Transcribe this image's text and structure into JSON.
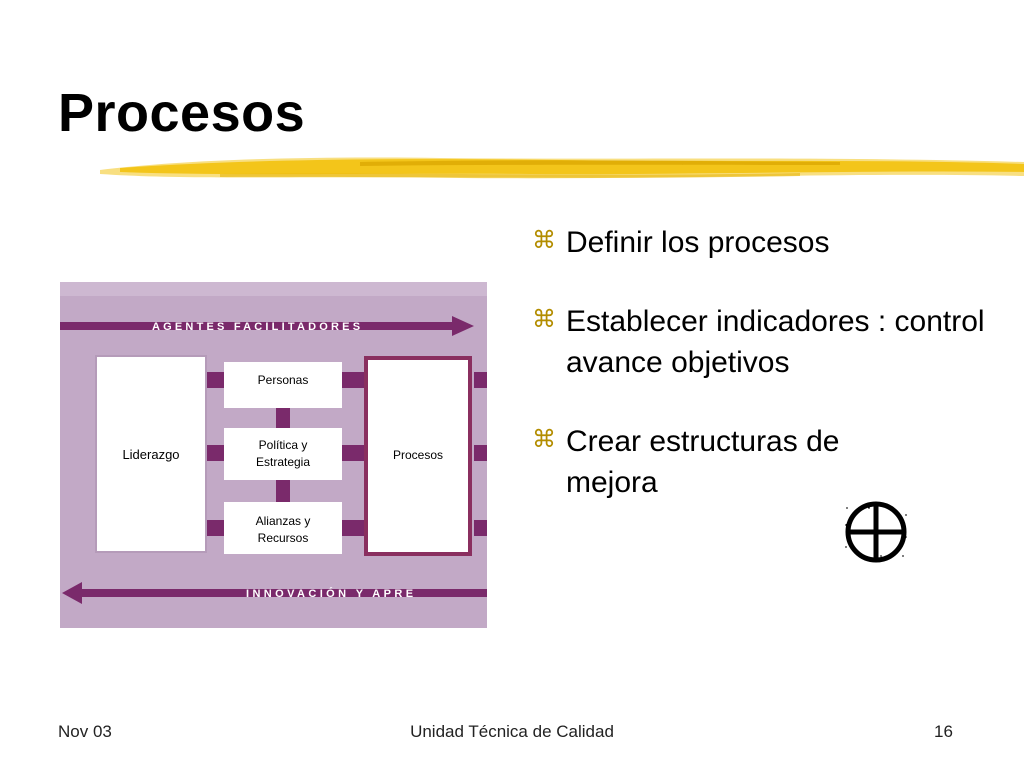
{
  "slide": {
    "title": "Procesos",
    "bullets": [
      "Definir los procesos",
      "Establecer indicadores : control avance objetivos",
      "Crear estructuras de mejora"
    ],
    "bullet_symbol": "⌘"
  },
  "diagram": {
    "top_label": "AGENTES FACILITADORES",
    "bottom_label": "INNOVACIÓN Y APRE",
    "boxes": {
      "leadership": "Liderazgo",
      "people": "Personas",
      "policy_line1": "Política y",
      "policy_line2": "Estrategia",
      "alliances_line1": "Alianzas y",
      "alliances_line2": "Recursos",
      "processes": "Procesos"
    },
    "colors": {
      "background": "#c2a9c6",
      "band": "#7a2a6b",
      "box": "#ffffff",
      "highlight_border": "#8a2f5f"
    }
  },
  "footer": {
    "left": "Nov 03",
    "center": "Unidad Técnica de Calidad",
    "right": "16"
  },
  "colors": {
    "accent_brush": "#f3c51a",
    "bullet": "#b38d00"
  },
  "icons": {
    "brush": "yellow-brush-stroke",
    "glyph": "crossed-circle-icon"
  }
}
